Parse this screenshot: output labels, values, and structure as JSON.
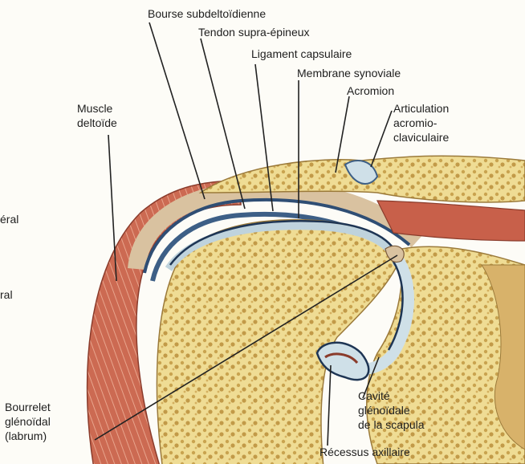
{
  "labels": {
    "bourse_sub": "Bourse subdeltoïdienne",
    "tendon": "Tendon supra-épineux",
    "ligament": "Ligament capsulaire",
    "membrane": "Membrane synoviale",
    "acromion": "Acromion",
    "artic_1": "Articulation",
    "artic_2": "acromio-",
    "artic_3": "claviculaire",
    "muscle_1": "Muscle",
    "muscle_2": "deltoïde",
    "left_1": "éral",
    "left_2": "ral",
    "bourrelet_1": "Bourrelet",
    "bourrelet_2": "glénoïdal",
    "bourrelet_3": "(labrum)",
    "cavite_1": "Cavité",
    "cavite_2": "glénoïdale",
    "cavite_3": "de la scapula",
    "recessus": "Récessus axillaire"
  },
  "colors": {
    "bone": "#ecd789",
    "bone_dot": "#c8a24e",
    "muscle": "#c8604a",
    "muscle_light": "#e29a80",
    "cartilage": "#cfe0e8",
    "synovial": "#3d5f86",
    "capsule": "#d9c2a0"
  }
}
